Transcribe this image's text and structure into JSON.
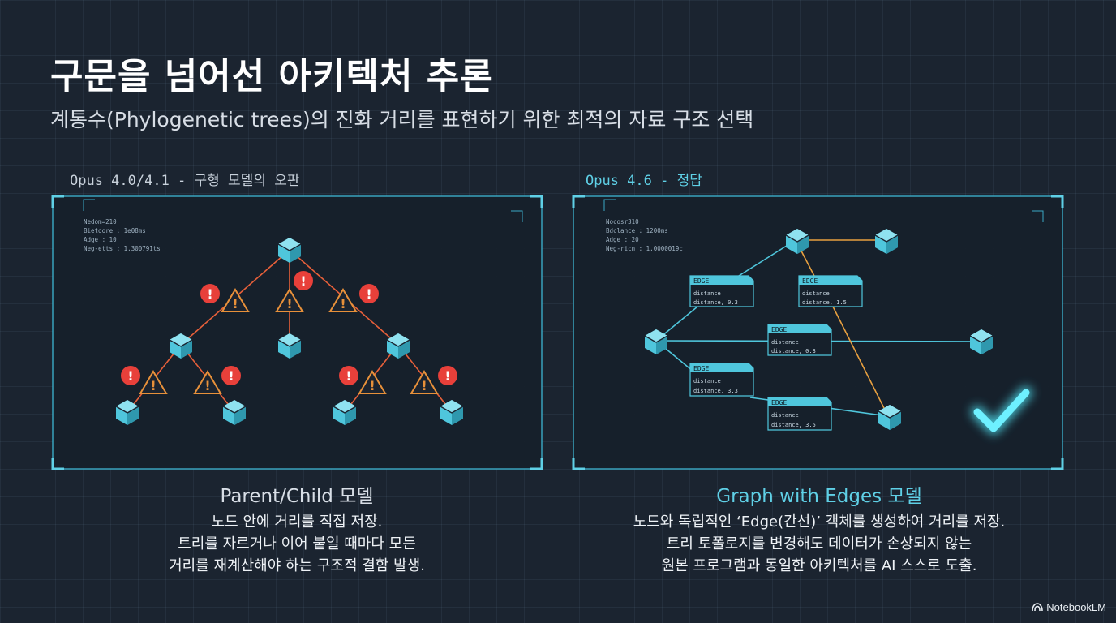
{
  "title": "구문을 넘어선 아키텍처 추론",
  "subtitle": "계통수(Phylogenetic trees)의 진화 거리를 표현하기 위한 최적의 자료 구조 선택",
  "left_panel": {
    "label": "Opus 4.0/4.1 - 구형 모델의 오판",
    "readout": [
      "Nedom=210",
      "Bietoore  : 1e08ms",
      "Adge      : 10",
      "Neg-etts  : 1.300791ts"
    ],
    "caption_title": "Parent/Child 모델",
    "caption_lines": [
      "노드 안에 거리를 직접 저장.",
      "트리를 자르거나 이어 붙일 때마다 모든",
      "거리를 재계산해야 하는 구조적 결함 발생."
    ]
  },
  "right_panel": {
    "label": "Opus 4.6 - 정답",
    "readout": [
      "Nocosr310",
      "Bdclance  : 1200ms",
      "Adge      : 20",
      "Neg-ricn  : 1.0000019c"
    ],
    "edge_boxes": [
      {
        "title": "EDGE",
        "line1": "distance",
        "line2": "distance, 0.3"
      },
      {
        "title": "EDGE",
        "line1": "distance",
        "line2": "distance, 1.5"
      },
      {
        "title": "EDGE",
        "line1": "distance",
        "line2": "distance, 0.3"
      },
      {
        "title": "EDGE",
        "line1": "distance",
        "line2": "distance, 3.3"
      },
      {
        "title": "EDGE",
        "line1": "distance",
        "line2": "distance, 3.5"
      }
    ],
    "caption_title": "Graph with Edges 모델",
    "caption_lines": [
      "노드와 독립적인 ‘Edge(간선)’ 객체를 생성하여 거리를 저장.",
      "트리 토폴로지를 변경해도 데이터가 손상되지 않는",
      "원본 프로그램과 동일한 아키텍처를 AI 스스로 도출."
    ]
  },
  "brand": "NotebookLM",
  "colors": {
    "accent": "#5fd0e6",
    "error": "#e8403a",
    "warning": "#e8913a",
    "frame": "#3aa9c4"
  }
}
